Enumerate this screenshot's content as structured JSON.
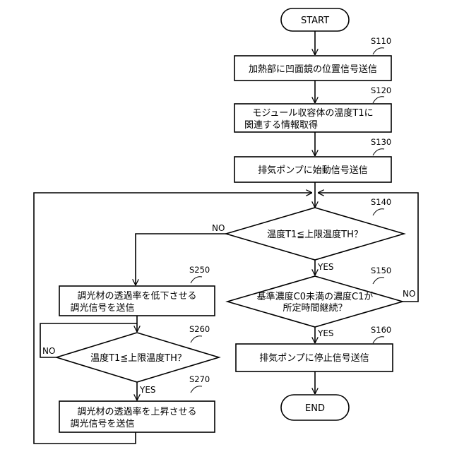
{
  "terminals": {
    "start": "START",
    "end": "END"
  },
  "steps": {
    "s110": {
      "id": "S110",
      "text": "加熱部に凹面鏡の位置信号送信"
    },
    "s120": {
      "id": "S120",
      "line1": "モジュール収容体の温度T1に",
      "line2": "関連する情報取得"
    },
    "s130": {
      "id": "S130",
      "text": "排気ポンプに始動信号送信"
    },
    "s140": {
      "id": "S140",
      "text": "温度T1≦上限温度TH？"
    },
    "s150": {
      "id": "S150",
      "line1": "基準濃度C0未満の濃度C1が",
      "line2": "所定時間継続？"
    },
    "s160": {
      "id": "S160",
      "text": "排気ポンプに停止信号送信"
    },
    "s250": {
      "id": "S250",
      "line1": "調光材の透過率を低下させる",
      "line2": "調光信号を送信"
    },
    "s260": {
      "id": "S260",
      "text": "温度T1≦上限温度TH？"
    },
    "s270": {
      "id": "S270",
      "line1": "調光材の透過率を上昇させる",
      "line2": "調光信号を送信"
    }
  },
  "branch_labels": {
    "s140_no": "NO",
    "s140_yes": "YES",
    "s150_yes": "YES",
    "s150_no": "NO",
    "s260_no": "NO",
    "s260_yes": "YES"
  }
}
